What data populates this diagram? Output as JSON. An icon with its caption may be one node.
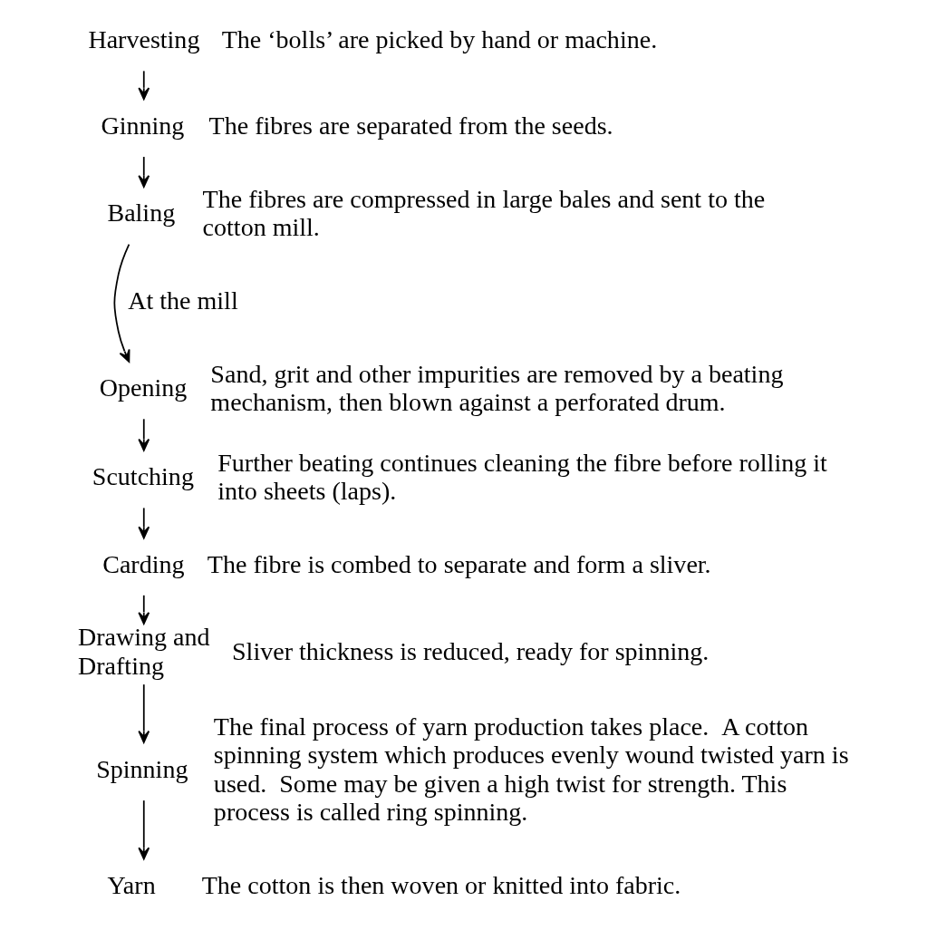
{
  "diagram": {
    "nodes": [
      {
        "text": [
          "Harvesting"
        ],
        "beside": [
          "The ‘bolls’ are picked by hand or machine."
        ]
      },
      {
        "text": [
          "Ginning"
        ],
        "beside": [
          "The fibres are separated from the seeds."
        ]
      },
      {
        "text": [
          "Baling"
        ],
        "beside": [
          "The fibres are compressed in large bales and sent to the cotton mill."
        ]
      },
      {
        "text": [
          "Opening"
        ],
        "beside": [
          "Sand, grit and other impurities are removed by a beating mechanism, then blown against a perforated drum."
        ]
      },
      {
        "text": [
          "Scutching"
        ],
        "beside": [
          "Further beating continues cleaning the fibre before rolling it into sheets (laps)."
        ]
      },
      {
        "text": [
          "Carding"
        ],
        "beside": [
          "The fibre is combed to separate and form a sliver."
        ]
      },
      {
        "text": [
          "Drawing and Drafting"
        ],
        "beside": [
          "Sliver thickness is reduced, ready for spinning."
        ]
      },
      {
        "text": [
          "Spinning"
        ],
        "beside": [
          "The final process of yarn production takes place.  A cotton spinning system which produces evenly wound twisted yarn is used.  Some may be given a high twist for strength. This process is called ring spinning."
        ]
      },
      {
        "text": [
          "Yarn"
        ],
        "beside": [
          "The cotton is then woven or knitted into fabric."
        ]
      }
    ],
    "edges": [
      {
        "from": 0,
        "to": 1,
        "arrow": "to"
      },
      {
        "from": 1,
        "to": 2,
        "arrow": "to"
      },
      {
        "from": 2,
        "to": 3,
        "arrow": "to"
      },
      {
        "from": 3,
        "to": 4,
        "arrow": "to"
      },
      {
        "from": 4,
        "to": 5,
        "arrow": "to"
      },
      {
        "from": 5,
        "to": 6,
        "arrow": "to"
      },
      {
        "from": 6,
        "to": 7,
        "arrow": "to"
      },
      {
        "from": 7,
        "to": 8,
        "arrow": "to"
      }
    ],
    "labels": [
      "At the mill"
    ]
  }
}
